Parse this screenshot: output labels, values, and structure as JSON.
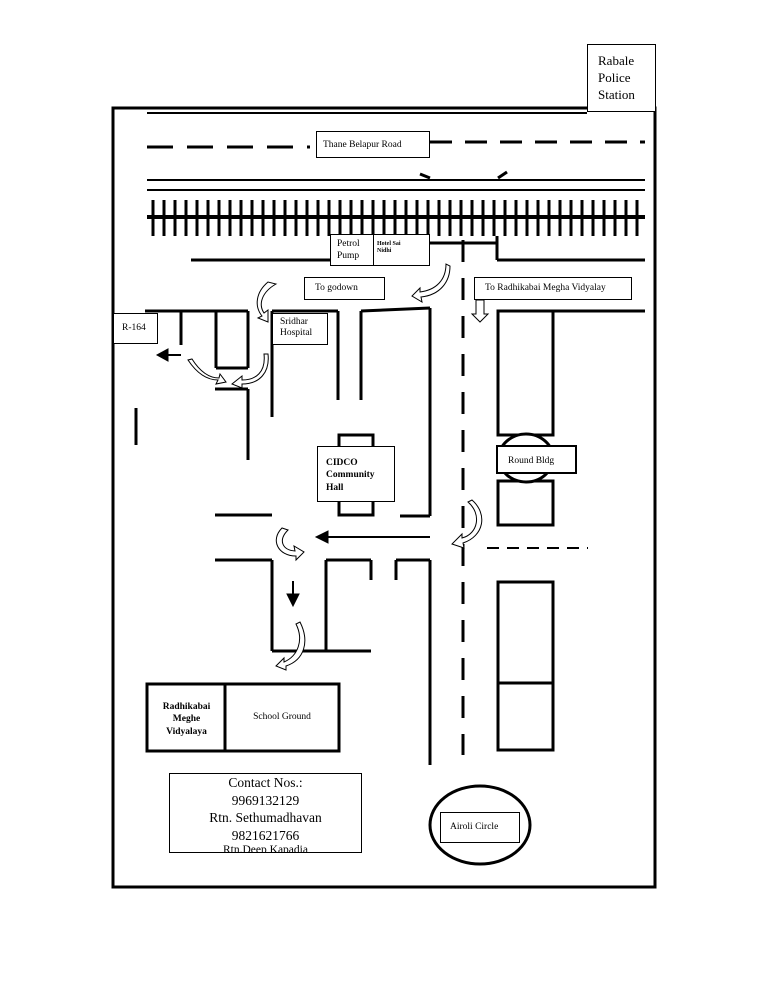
{
  "labels": {
    "police_station": "Rabale\nPolice\nStation",
    "road": "Thane Belapur Road",
    "petrol_pump": "Petrol\nPump",
    "hotel": "Hotel Sai\nNidhi",
    "to_godown": "To godown",
    "to_school": "To Radhikabai Megha Vidyalay",
    "r164": "R-164",
    "hospital": "Sridhar\nHospital",
    "community_hall": "CIDCO\nCommunity\nHall",
    "round_bldg": "Round Bldg",
    "school": "Radhikabai\nMeghe\nVidyalaya",
    "school_ground": "School Ground",
    "airoli_circle": "Airoli Circle"
  },
  "contact": {
    "title": "Contact Nos.:",
    "phone1": "9969132129",
    "name1": "Rtn. Sethumadhavan",
    "phone2": "9821621766",
    "name2": "Rtn.Deep Kapadia"
  }
}
